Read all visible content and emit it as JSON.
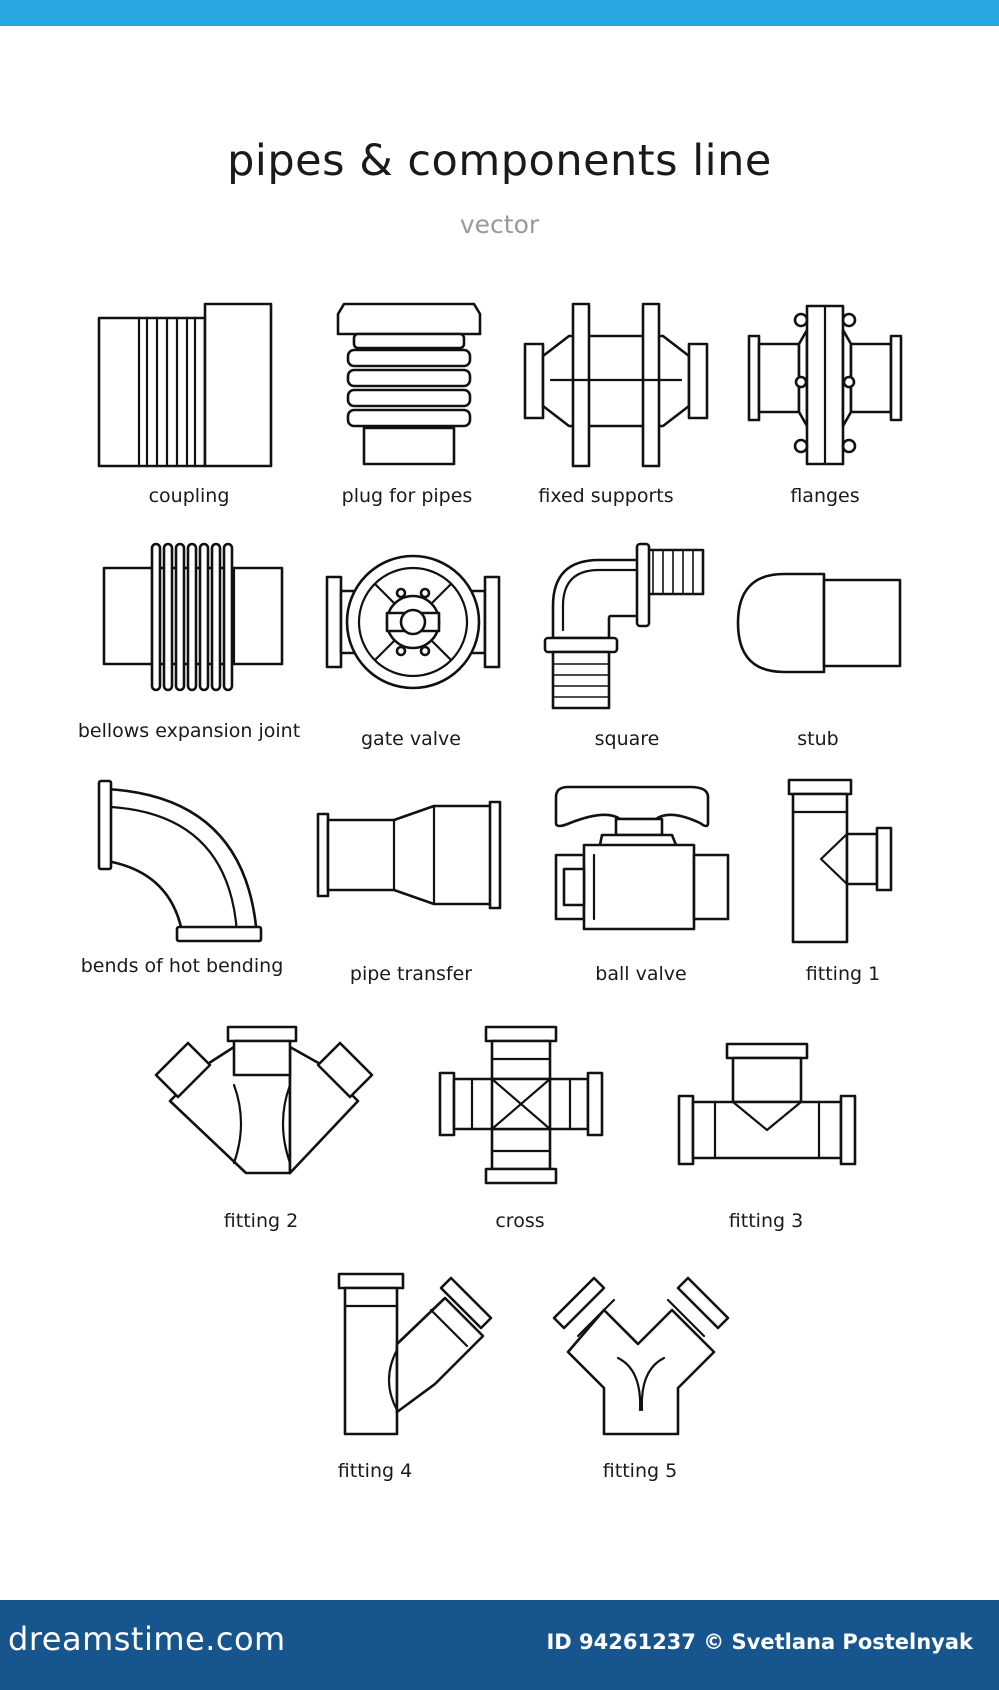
{
  "header": {
    "title": "pipes & components line",
    "subtitle": "vector"
  },
  "items": [
    {
      "label": "coupling",
      "icon": "coupling-icon"
    },
    {
      "label": "plug for pipes",
      "icon": "pipe-plug-icon"
    },
    {
      "label": "fixed supports",
      "icon": "fixed-support-icon"
    },
    {
      "label": "flanges",
      "icon": "flange-icon"
    },
    {
      "label": "bellows expansion joint",
      "icon": "bellows-joint-icon"
    },
    {
      "label": "gate valve",
      "icon": "gate-valve-icon"
    },
    {
      "label": "square",
      "icon": "elbow-square-icon"
    },
    {
      "label": "stub",
      "icon": "stub-icon"
    },
    {
      "label": "bends of hot bending",
      "icon": "bend-icon"
    },
    {
      "label": "pipe transfer",
      "icon": "pipe-reducer-icon"
    },
    {
      "label": "ball valve",
      "icon": "ball-valve-icon"
    },
    {
      "label": "fitting 1",
      "icon": "tee-fitting-icon"
    },
    {
      "label": "fitting 2",
      "icon": "double-branch-fitting-icon"
    },
    {
      "label": "cross",
      "icon": "cross-fitting-icon"
    },
    {
      "label": "fitting 3",
      "icon": "tee-fitting-icon"
    },
    {
      "label": "fitting 4",
      "icon": "wye-fitting-icon"
    },
    {
      "label": "fitting 5",
      "icon": "y-fitting-icon"
    }
  ],
  "footer": {
    "brand": "dreamstime.com",
    "credit": "ID 94261237 © Svetlana Postelnyak"
  },
  "colors": {
    "top_bar": "#29a7e1",
    "footer_bg": "#17558f",
    "title_text": "#1a1a1a",
    "subtitle_text": "#9a9a9a"
  }
}
